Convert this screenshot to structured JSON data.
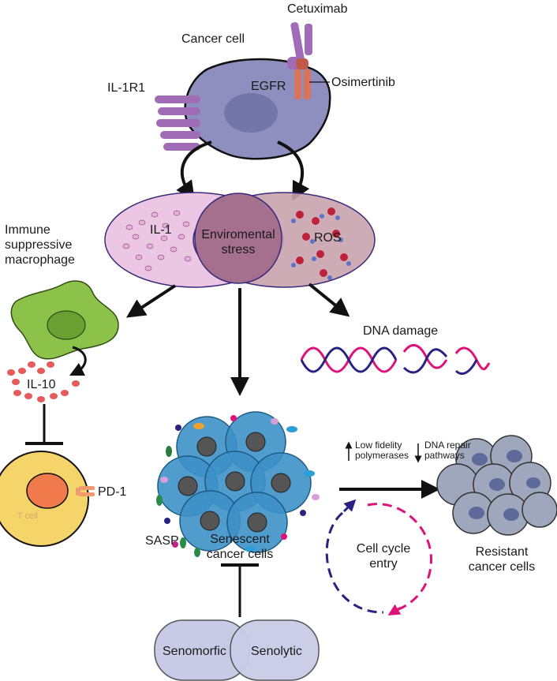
{
  "labels": {
    "cetuximab": "Cetuximab",
    "cancer_cell": "Cancer cell",
    "il1r1": "IL-1R1",
    "egfr": "EGFR",
    "osimertinib": "Osimertinib",
    "il1": "IL-1",
    "environmental_stress_line1": "Enviromental",
    "environmental_stress_line2": "stress",
    "ros": "ROS",
    "macrophage_line1": "Immune",
    "macrophage_line2": "suppressive",
    "macrophage_line3": "macrophage",
    "dna_damage": "DNA damage",
    "il10": "IL-10",
    "tcell": "T cell",
    "pd1": "PD-1",
    "low_fidelity_line1": "Low fidelity",
    "low_fidelity_line2": "polymerases",
    "dna_repair_line1": "DNA repair",
    "dna_repair_line2": "pathways",
    "sasp": "SASP",
    "senescent_line1": "Senescent",
    "senescent_line2": "cancer cells",
    "cell_cycle_line1": "Cell cycle",
    "cell_cycle_line2": "entry",
    "resistant_line1": "Resistant",
    "resistant_line2": "cancer cells",
    "senomorfic": "Senomorfic",
    "senolytic": "Senolytic"
  },
  "indicators": {
    "low_fidelity_direction": "up",
    "dna_repair_direction": "down"
  },
  "colors": {
    "cancer_cell": "#8e8fbf",
    "cancer_nucleus": "#7476a8",
    "il1_circle": "#ebc7e3",
    "ros_circle": "#c8a3ad",
    "overlap": "#a56f8e",
    "macrophage": "#8cc24a",
    "tcell": "#f5d46a",
    "tcell_nucleus": "#f07a4c",
    "senescent_cell": "#3c91c8",
    "resistant_cell": "#9ea7bb",
    "senotherapy": "#c9cbe6",
    "dna_magenta": "#e0127a",
    "dna_navy": "#2a2280",
    "receptor_purple": "#a06cb6",
    "drug_orange": "#d9735a"
  }
}
